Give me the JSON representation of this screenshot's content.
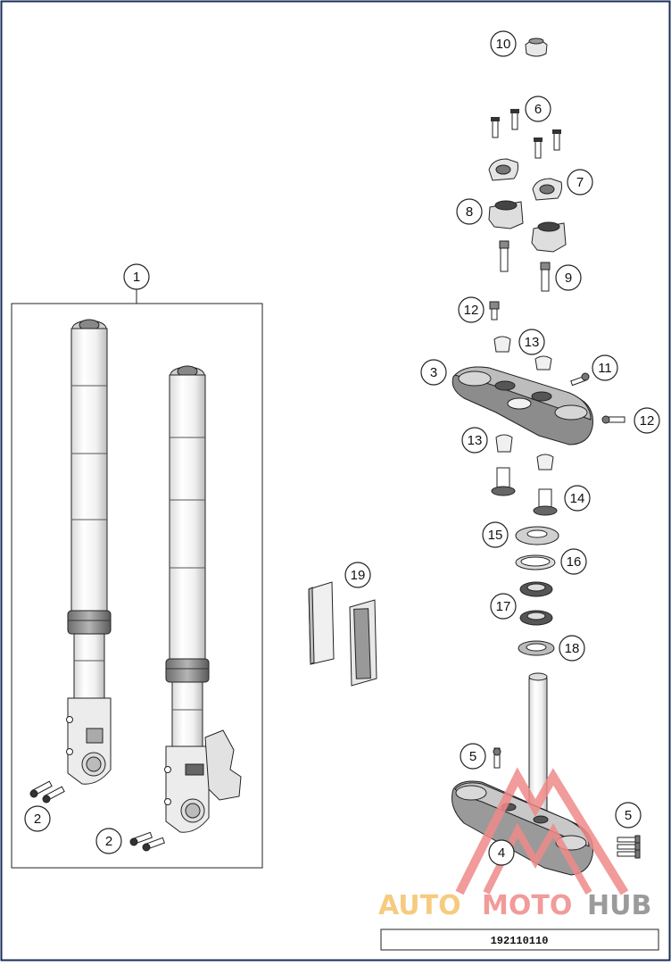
{
  "diagram": {
    "callouts": [
      {
        "id": "c1",
        "label": "1"
      },
      {
        "id": "c2a",
        "label": "2"
      },
      {
        "id": "c2b",
        "label": "2"
      },
      {
        "id": "c3",
        "label": "3"
      },
      {
        "id": "c4",
        "label": "4"
      },
      {
        "id": "c5a",
        "label": "5"
      },
      {
        "id": "c5b",
        "label": "5"
      },
      {
        "id": "c6",
        "label": "6"
      },
      {
        "id": "c7",
        "label": "7"
      },
      {
        "id": "c8",
        "label": "8"
      },
      {
        "id": "c9",
        "label": "9"
      },
      {
        "id": "c10",
        "label": "10"
      },
      {
        "id": "c11",
        "label": "11"
      },
      {
        "id": "c12a",
        "label": "12"
      },
      {
        "id": "c12b",
        "label": "12"
      },
      {
        "id": "c13a",
        "label": "13"
      },
      {
        "id": "c13b",
        "label": "13"
      },
      {
        "id": "c14",
        "label": "14"
      },
      {
        "id": "c15",
        "label": "15"
      },
      {
        "id": "c16",
        "label": "16"
      },
      {
        "id": "c17",
        "label": "17"
      },
      {
        "id": "c18",
        "label": "18"
      },
      {
        "id": "c19",
        "label": "19"
      }
    ],
    "drawing_code": "192110110"
  },
  "watermark": {
    "word_1": "AUTO",
    "word_2": "MOTO",
    "word_3": "HUB",
    "color_1": "#f5c26b",
    "color_2": "#ef8a8a",
    "color_3": "#8a8a8a"
  },
  "colors": {
    "frame": "#1a2e5a",
    "line": "#222222",
    "part_fill": "#f4f4f4",
    "part_shade": "#9a9a9a"
  }
}
